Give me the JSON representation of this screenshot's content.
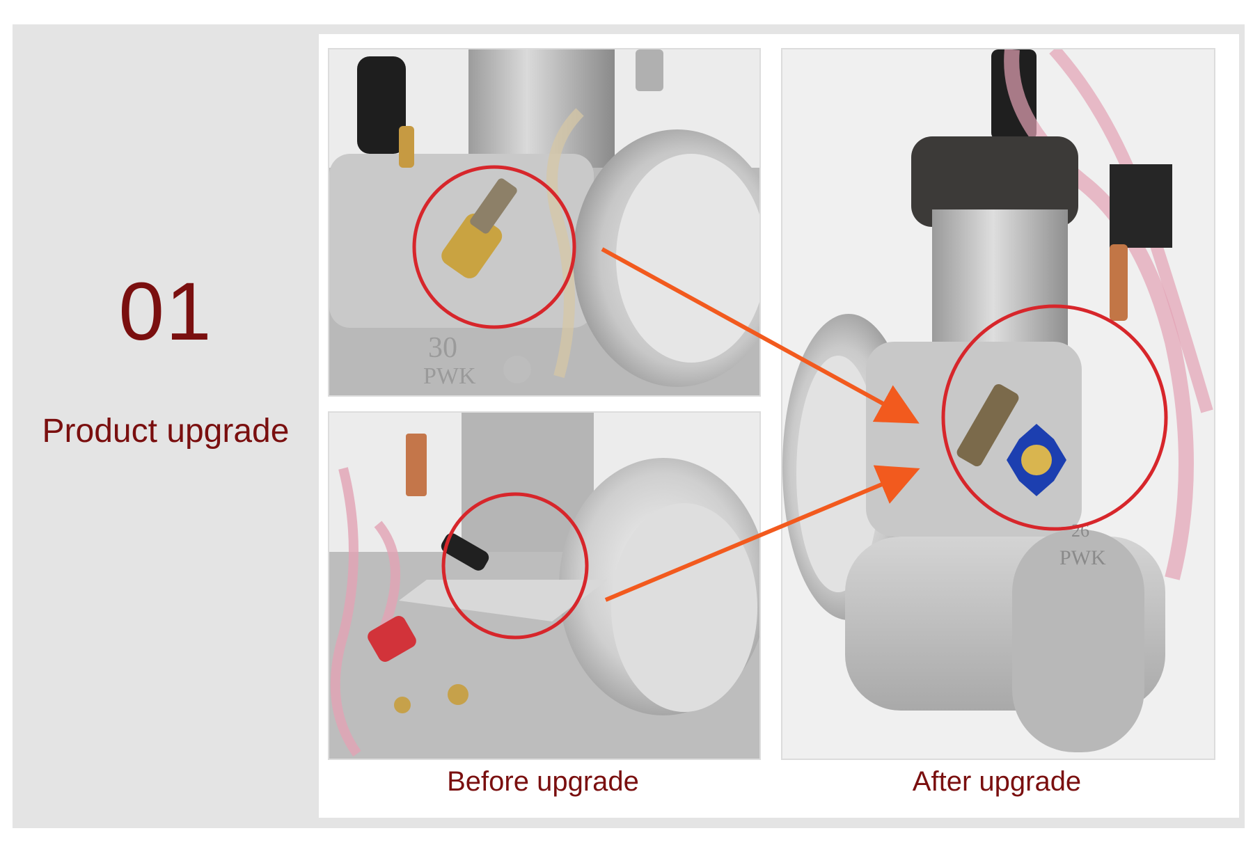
{
  "section": {
    "number": "01",
    "title": "Product upgrade"
  },
  "captions": {
    "before": "Before upgrade",
    "after": "After upgrade"
  },
  "photos": {
    "before_top_markings": [
      "30",
      "PWK"
    ],
    "after_markings": [
      "26",
      "PWK"
    ]
  },
  "colors": {
    "accent_text": "#7a0f0f",
    "highlight_circle": "#d7262b",
    "arrow": "#f25a1e",
    "panel_bg": "#e4e4e4"
  }
}
